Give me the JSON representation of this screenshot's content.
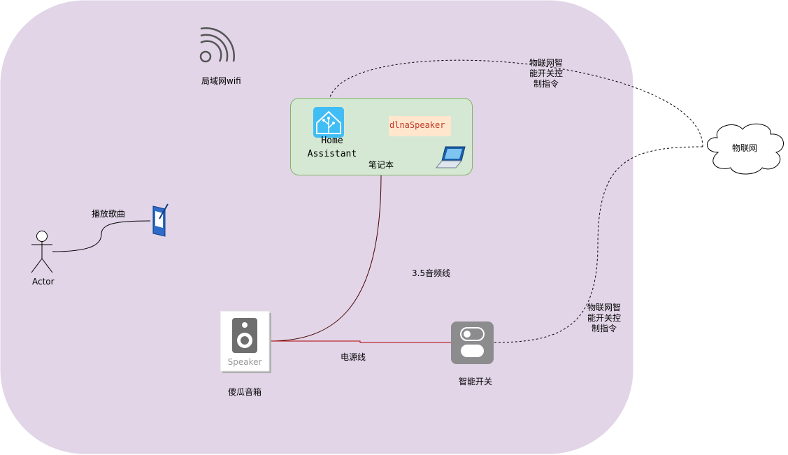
{
  "diagram": {
    "wifi_label": "局域网wifi",
    "home_assistant_label": "Home\nAssistant",
    "dlna_label": "dlnaSpeaker",
    "laptop_label": "笔记本",
    "actor_label": "Actor",
    "play_song_label": "播放歌曲",
    "cable_label": "3.5音频线",
    "speaker_icon_text": "Speaker",
    "speaker_label": "傻瓜音箱",
    "power_line_label": "电源线",
    "smart_switch_label": "智能开关",
    "iot_command_top": "物联网智能开关控制指令",
    "iot_command_bottom": "物联网智能开关控制指令",
    "cloud_label": "物联网"
  },
  "colors": {
    "lan_region": "#e1d5e7",
    "laptop_box_fill": "#d5e8d4",
    "laptop_box_stroke": "#82b366",
    "dlna_fill": "#ffe6cc",
    "dlna_text": "#c0392b",
    "cable_color": "#4a0000",
    "power_color": "#b20000",
    "ha_icon": "#41bdf5",
    "switch_gray": "#8c8c8e"
  },
  "icons": [
    "wifi-icon",
    "home-assistant-icon",
    "laptop-icon",
    "pda-icon",
    "actor-icon",
    "speaker-icon",
    "smart-switch-icon",
    "cloud-icon"
  ]
}
